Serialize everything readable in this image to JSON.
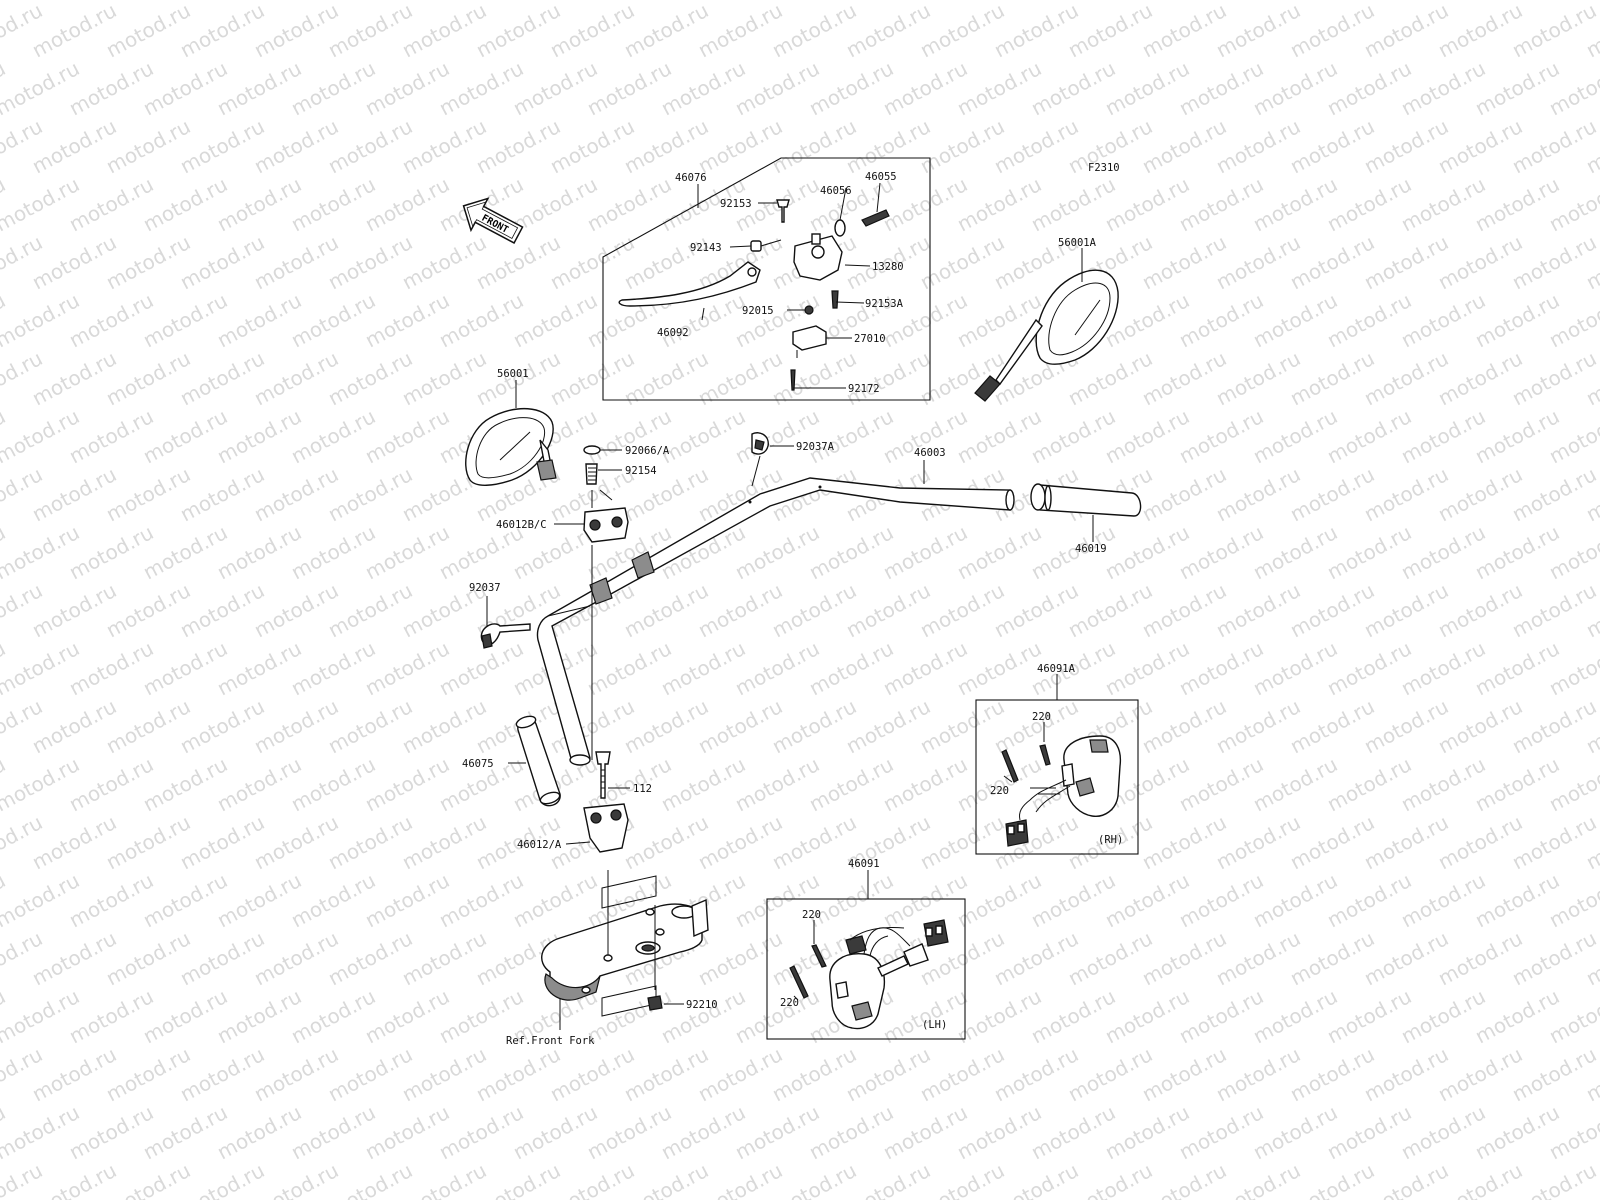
{
  "figure_code": "F2310",
  "watermark": "motod.ru",
  "front_label": "FRONT",
  "labels": {
    "p46076": "46076",
    "p92153": "92153",
    "p46056": "46056",
    "p46055": "46055",
    "p92143": "92143",
    "p13280": "13280",
    "p92015": "92015",
    "p92153A": "92153A",
    "p46092": "46092",
    "p27010": "27010",
    "p92172": "92172",
    "p56001A": "56001A",
    "p56001": "56001",
    "p92066A": "92066/A",
    "p92154": "92154",
    "p92037A": "92037A",
    "p46003": "46003",
    "p46019": "46019",
    "p46012BC": "46012B/C",
    "p92037": "92037",
    "p46091A": "46091A",
    "p220a": "220",
    "p220b": "220",
    "rh": "(RH)",
    "p46075": "46075",
    "p112": "112",
    "p46012A": "46012/A",
    "p46091": "46091",
    "p220c": "220",
    "p220d": "220",
    "lh": "(LH)",
    "p92210": "92210",
    "ref_front_fork": "Ref.Front Fork"
  }
}
